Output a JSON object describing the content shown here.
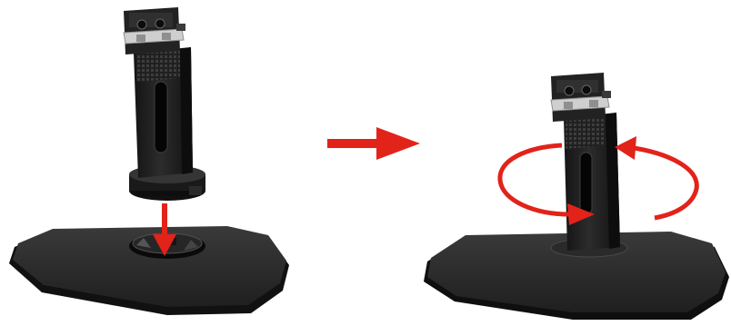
{
  "diagram": {
    "type": "assembly-instruction",
    "steps": [
      {
        "id": "step-1",
        "action": "insert-neck-into-base",
        "indicator": "down-arrow"
      },
      {
        "id": "step-2",
        "action": "rotate-to-lock",
        "indicator": "circular-arrow"
      }
    ],
    "transition": "right-arrow"
  },
  "colors": {
    "background": "#ffffff",
    "plastic_dark": "#1e1e1e",
    "plastic_mid": "#2e2e2e",
    "plastic_light": "#474747",
    "outline": "#0d0d0d",
    "metal_bracket": "#cfcfcf",
    "metal_shadow": "#8f8f8f",
    "arrow_red": "#e2231a"
  }
}
